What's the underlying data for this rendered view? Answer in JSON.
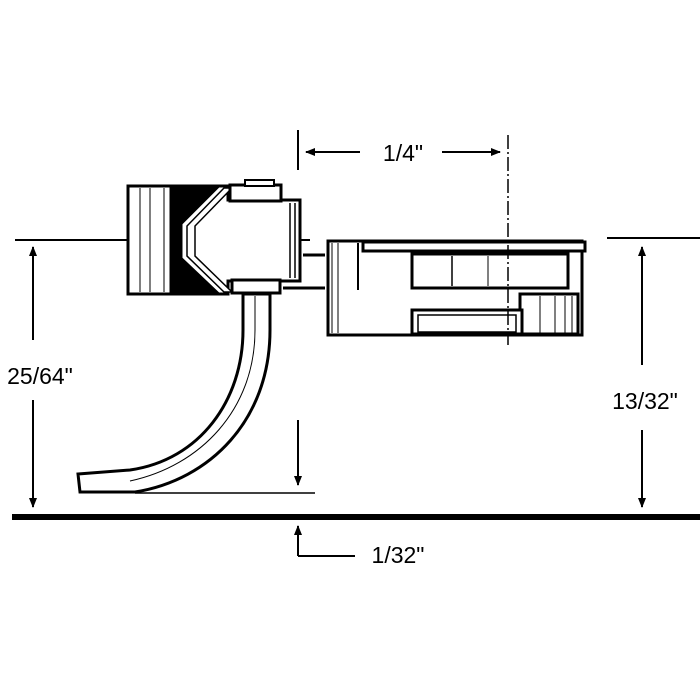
{
  "diagram": {
    "dimensions": {
      "horizontal_offset": "1/4\"",
      "left_height": "25/64\"",
      "right_height": "13/32\"",
      "clearance": "1/32\""
    },
    "colors": {
      "ink": "#000000",
      "background": "#ffffff"
    }
  }
}
